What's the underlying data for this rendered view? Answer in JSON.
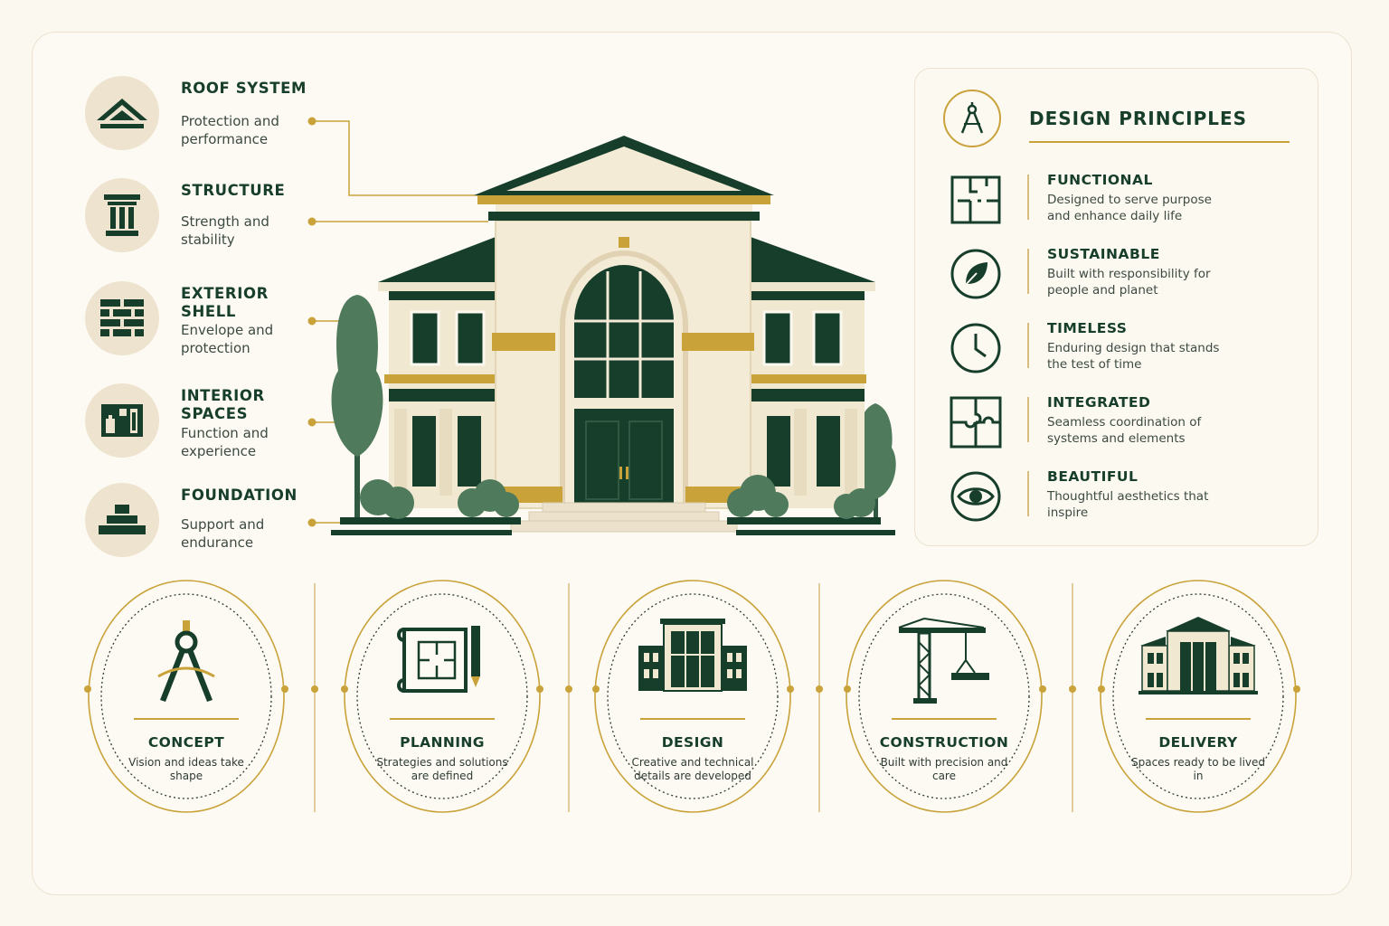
{
  "colors": {
    "green": "#173e2b",
    "gold": "#c9a23a",
    "cream": "#fbf8f0",
    "beige": "#ede3cf"
  },
  "components": [
    {
      "title": "ROOF SYSTEM",
      "desc": "Protection and performance",
      "icon": "roof-icon"
    },
    {
      "title": "STRUCTURE",
      "desc": "Strength and stability",
      "icon": "column-icon"
    },
    {
      "title": "EXTERIOR SHELL",
      "desc": "Envelope and protection",
      "icon": "brick-wall-icon"
    },
    {
      "title": "INTERIOR SPACES",
      "desc": "Function and experience",
      "icon": "interior-icon"
    },
    {
      "title": "FOUNDATION",
      "desc": "Support and endurance",
      "icon": "foundation-icon"
    }
  ],
  "principles": {
    "title": "DESIGN PRINCIPLES",
    "icon": "compass-icon",
    "items": [
      {
        "title": "FUNCTIONAL",
        "desc": "Designed to serve purpose and enhance daily life",
        "icon": "floor-plan-icon"
      },
      {
        "title": "SUSTAINABLE",
        "desc": "Built with responsibility for people and planet",
        "icon": "leaf-icon"
      },
      {
        "title": "TIMELESS",
        "desc": "Enduring design that stands the test of time",
        "icon": "clock-icon"
      },
      {
        "title": "INTEGRATED",
        "desc": "Seamless coordination of systems and elements",
        "icon": "puzzle-icon"
      },
      {
        "title": "BEAUTIFUL",
        "desc": "Thoughtful aesthetics that inspire",
        "icon": "eye-icon"
      }
    ]
  },
  "process": [
    {
      "title": "CONCEPT",
      "desc": "Vision and ideas take shape",
      "icon": "compass-icon"
    },
    {
      "title": "PLANNING",
      "desc": "Strategies and solutions are defined",
      "icon": "blueprint-icon"
    },
    {
      "title": "DESIGN",
      "desc": "Creative and technical details are developed",
      "icon": "building-model-icon"
    },
    {
      "title": "CONSTRUCTION",
      "desc": "Built with precision and care",
      "icon": "crane-icon"
    },
    {
      "title": "DELIVERY",
      "desc": "Spaces ready to be lived in",
      "icon": "house-icon"
    }
  ]
}
